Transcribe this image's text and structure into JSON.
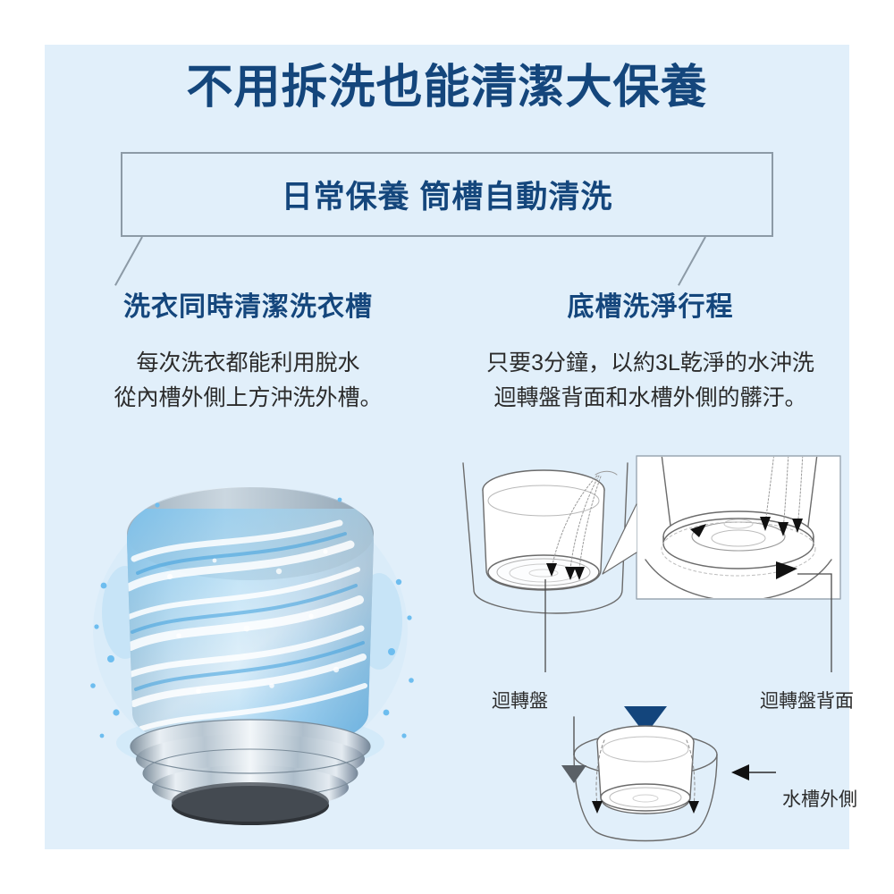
{
  "colors": {
    "panel_bg": "#e1effa",
    "page_bg": "#ffffff",
    "navy": "#14467c",
    "heading_navy": "#16497d",
    "body_text": "#2b2b2b",
    "border_gray": "#8c9aa6",
    "diagram_line": "#4a4a4a",
    "water_blue": "#4aa8e8"
  },
  "headline": "不用拆洗也能清潔大保養",
  "subbox": {
    "label": "日常保養 筒槽自動清洗"
  },
  "columns": [
    {
      "title": "洗衣同時清潔洗衣槽",
      "body_lines": [
        "每次洗衣都能利用脫水",
        "從內槽外側上方沖洗外槽。"
      ],
      "media": "washer-drum-water-photo"
    },
    {
      "title": "底槽洗淨行程",
      "body_lines": [
        "只要3分鐘，以約3L乾淨的水沖洗",
        "迴轉盤背面和水槽外側的髒汙。"
      ],
      "media": "tub-cleaning-diagrams"
    }
  ],
  "diagram_labels": {
    "plate": "迴轉盤",
    "plate_back": "迴轉盤背面",
    "tub_outer": "水槽外側"
  },
  "icons": {
    "flow_down_triangle": "down-triangle-icon",
    "left_arrow": "left-arrow-icon"
  }
}
